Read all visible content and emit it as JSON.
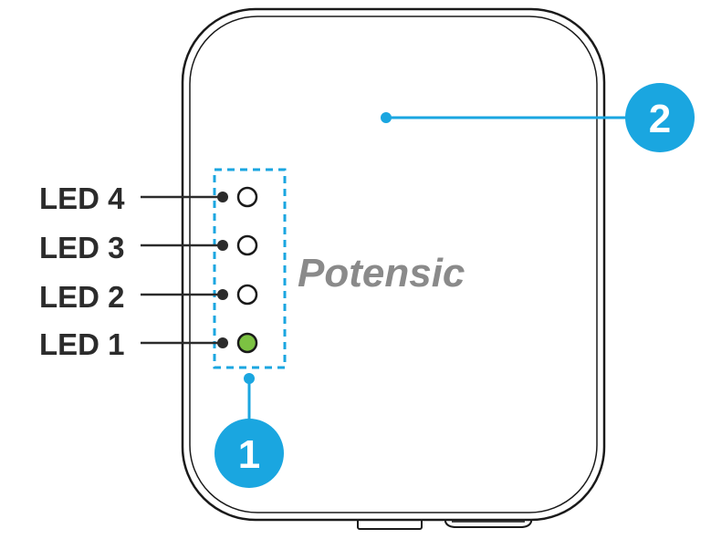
{
  "brand": {
    "name": "Potensic"
  },
  "leds": [
    {
      "label": "LED 4",
      "state": "off"
    },
    {
      "label": "LED 3",
      "state": "off"
    },
    {
      "label": "LED 2",
      "state": "off"
    },
    {
      "label": "LED 1",
      "state": "on"
    }
  ],
  "callouts": [
    {
      "number": "1",
      "target": "led-indicator-group"
    },
    {
      "number": "2",
      "target": "device-body"
    }
  ],
  "colors": {
    "callout": "#1aa6e0",
    "led_on": "#7cc242",
    "outline": "#1a1a1a",
    "brand_text": "#8a8a8a",
    "label_text": "#2b2b2b"
  }
}
